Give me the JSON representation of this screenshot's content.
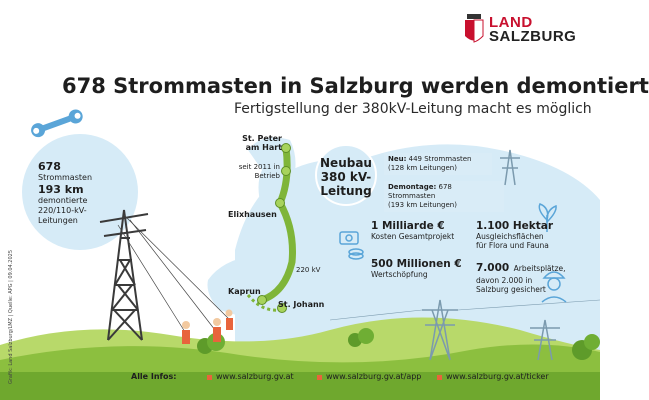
{
  "logo": {
    "line1": "LAND",
    "line2": "SALZBURG"
  },
  "title": "678 Strommasten in Salzburg werden demontiert",
  "subtitle": "Fertigstellung der 380kV-Leitung macht es möglich",
  "left_circle": {
    "count": "678",
    "line_a": "Strommasten",
    "km": "193 km",
    "line_b": "demontierte",
    "line_c": "220/110-kV-",
    "line_d": "Leitungen"
  },
  "map": {
    "start": "St. Peter\nam Hart",
    "since": "seit 2011 in\nBetrieb",
    "elix": "Elixhausen",
    "kaprun": "Kaprun",
    "johann": "St. Johann",
    "kv": "220 kV"
  },
  "neubau": {
    "line1": "Neubau",
    "line2": "380 kV-",
    "line3": "Leitung"
  },
  "new_box": {
    "label": "Neu:",
    "text": "449 Strommasten",
    "sub": "(128 km Leitungen)"
  },
  "dem_box": {
    "label": "Demontage:",
    "text": "678 Strommasten",
    "sub": "(193 km Leitungen)"
  },
  "facts": [
    {
      "big": "1 Milliarde €",
      "small": "Kosten Gesamtprojekt"
    },
    {
      "big": "1.100 Hektar",
      "small": "Ausgleichsflächen\nfür Flora und Fauna"
    },
    {
      "big": "500 Millionen €",
      "small": "Wertschöpfung"
    },
    {
      "big": "7.000",
      "small_inline": "Arbeitsplätze,",
      "small": "davon 2.000 in\nSalzburg gesichert"
    }
  ],
  "footer": {
    "label": "Alle Infos:",
    "links": [
      "www.salzburg.gv.at",
      "www.salzburg.gv.at/app",
      "www.salzburg.gv.at/ticker"
    ]
  },
  "credit": "Grafik: Land Salzburg/LMZ | Quelle: APG | 09.04.2025",
  "colors": {
    "sky": "#d6ebf7",
    "green": "#8cbf3f",
    "route": "#7fb539",
    "accent": "#e8643c",
    "red": "#c8102e"
  }
}
